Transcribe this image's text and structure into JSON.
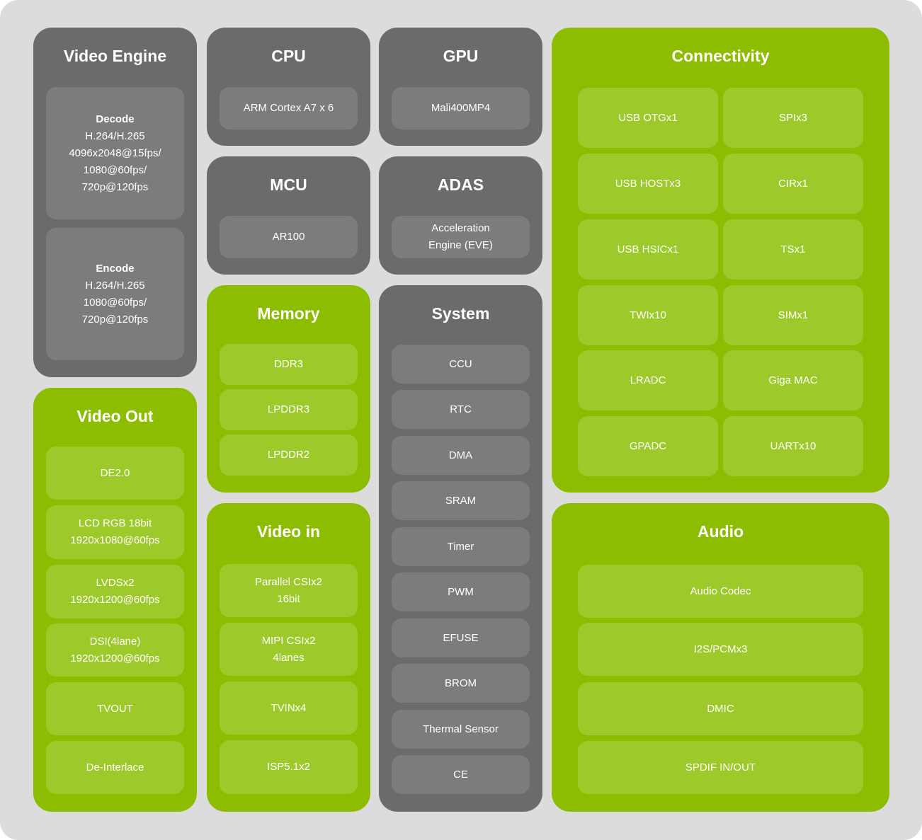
{
  "video_engine": {
    "title": "Video Engine",
    "decode": {
      "heading": "Decode",
      "lines": [
        "H.264/H.265",
        "4096x2048@15fps/",
        "1080@60fps/",
        "720p@120fps"
      ]
    },
    "encode": {
      "heading": "Encode",
      "lines": [
        "H.264/H.265",
        "1080@60fps/",
        "720p@120fps"
      ]
    }
  },
  "cpu": {
    "title": "CPU",
    "items": [
      "ARM Cortex A7 x 6"
    ]
  },
  "gpu": {
    "title": "GPU",
    "items": [
      "Mali400MP4"
    ]
  },
  "mcu": {
    "title": "MCU",
    "items": [
      "AR100"
    ]
  },
  "adas": {
    "title": "ADAS",
    "items": [
      {
        "line1": "Acceleration",
        "line2": "Engine (EVE)"
      }
    ]
  },
  "memory": {
    "title": "Memory",
    "items": [
      "DDR3",
      "LPDDR3",
      "LPDDR2"
    ]
  },
  "system": {
    "title": "System",
    "items": [
      "CCU",
      "RTC",
      "DMA",
      "SRAM",
      "Timer",
      "PWM",
      "EFUSE",
      "BROM",
      "Thermal Sensor",
      "CE"
    ]
  },
  "video_out": {
    "title": "Video Out",
    "items": [
      {
        "line1": "DE2.0"
      },
      {
        "line1": "LCD RGB 18bit",
        "line2": "1920x1080@60fps"
      },
      {
        "line1": "LVDSx2",
        "line2": "1920x1200@60fps"
      },
      {
        "line1": "DSI(4lane)",
        "line2": "1920x1200@60fps"
      },
      {
        "line1": "TVOUT"
      },
      {
        "line1": "De-Interlace"
      }
    ]
  },
  "video_in": {
    "title": "Video in",
    "items": [
      {
        "line1": "Parallel CSIx2",
        "line2": "16bit"
      },
      {
        "line1": "MIPI CSIx2",
        "line2": "4lanes"
      },
      {
        "line1": "TVINx4"
      },
      {
        "line1": "ISP5.1x2"
      }
    ]
  },
  "connectivity": {
    "title": "Connectivity",
    "items": [
      "USB OTGx1",
      "SPIx3",
      "USB HOSTx3",
      "CIRx1",
      "USB HSICx1",
      "TSx1",
      "TWIx10",
      "SIMx1",
      "LRADC",
      "Giga MAC",
      "GPADC",
      "UARTx10"
    ]
  },
  "audio": {
    "title": "Audio",
    "items": [
      "Audio Codec",
      "I2S/PCMx3",
      "DMIC",
      "SPDIF IN/OUT"
    ]
  }
}
